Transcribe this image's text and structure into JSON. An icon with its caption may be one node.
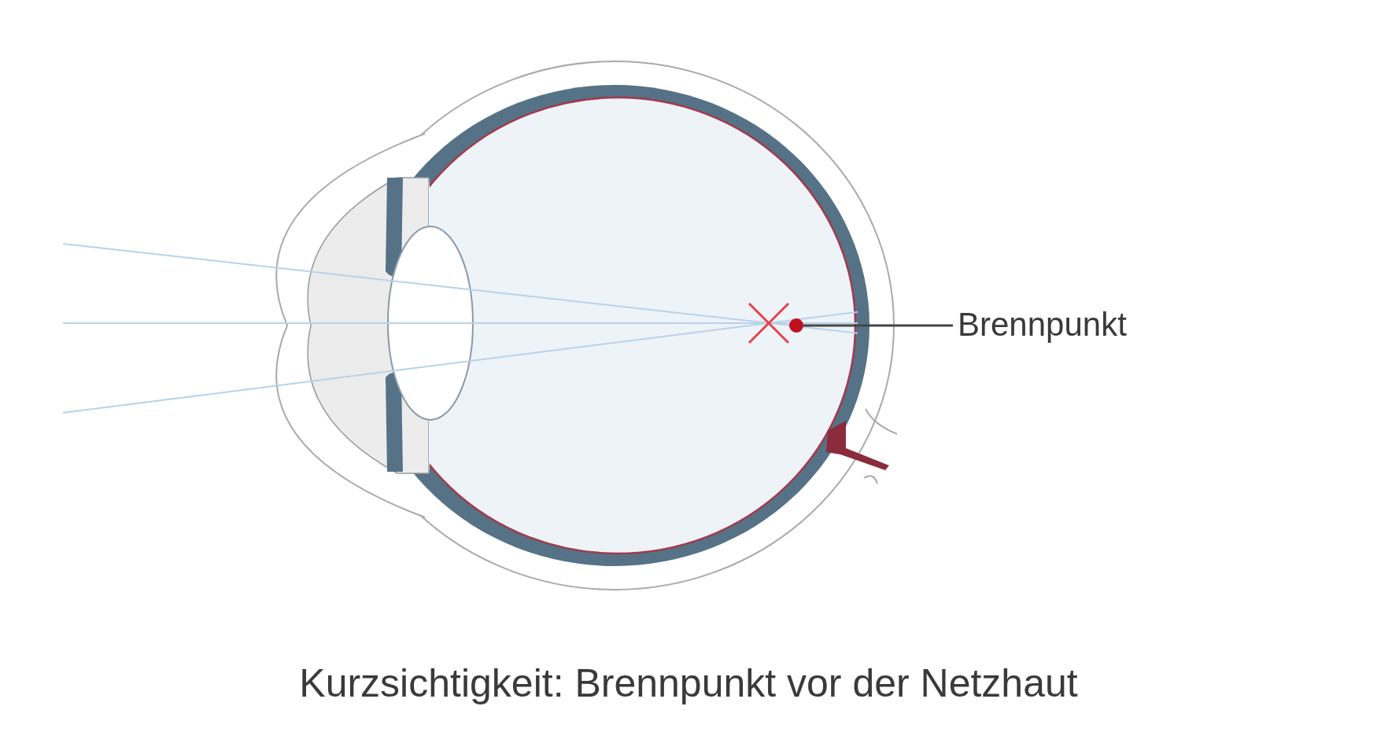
{
  "diagram": {
    "caption": "Kurzsichtigkeit: Brennpunkt vor der Netzhaut",
    "nodes": [
      {
        "text": [
          "Brennpunkt"
        ]
      },
      {
        "text": [],
        "shape": "circle"
      }
    ],
    "edges": [
      {
        "from": 0,
        "to": 1,
        "arrow": "none"
      }
    ]
  }
}
